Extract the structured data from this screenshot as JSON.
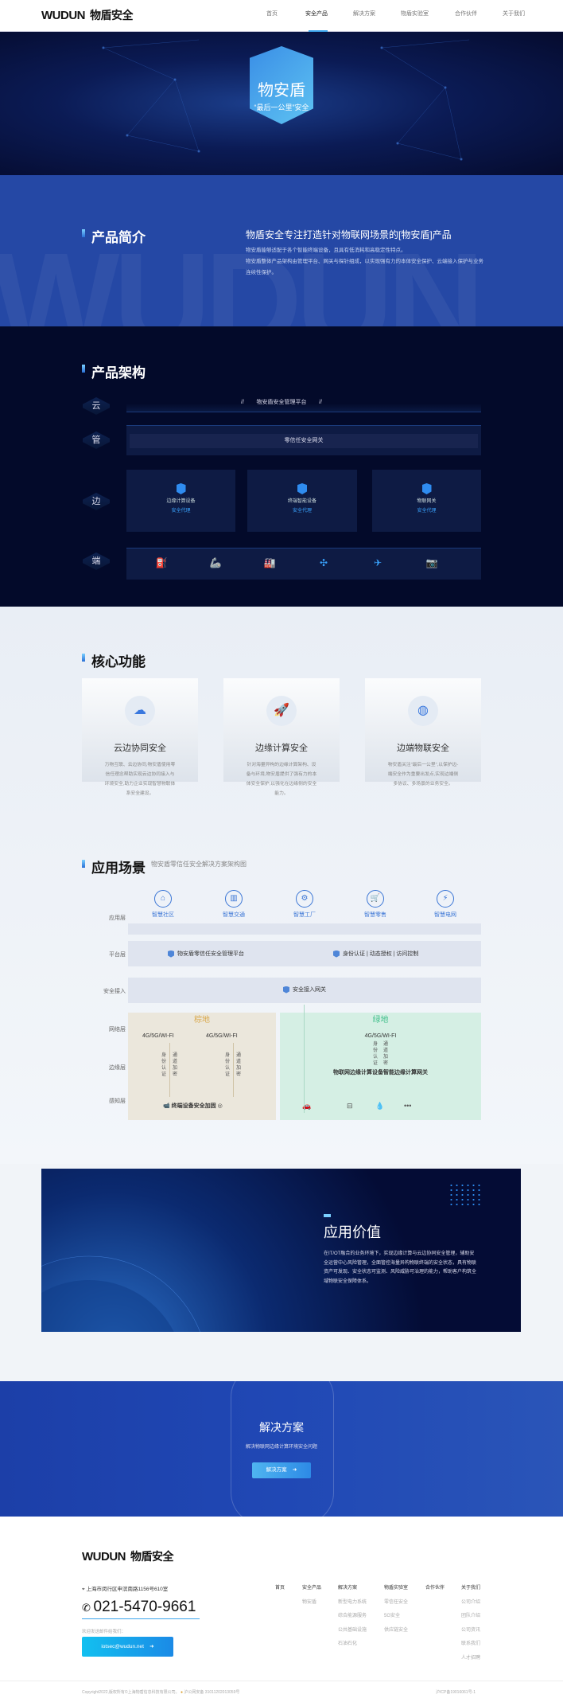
{
  "nav": {
    "logo_brand": "WUDUN",
    "logo_cn": "物盾安全",
    "items": [
      "首页",
      "安全产品",
      "解决方案",
      "物盾实验室",
      "合作伙伴",
      "关于我们"
    ],
    "active": 1
  },
  "hero": {
    "title": "物安盾",
    "subtitle": "“最后一公里”安全"
  },
  "intro": {
    "section_title": "产品简介",
    "headline": "物盾安全专注打造针对物联网场景的[物安盾]产品",
    "paragraphs": [
      "物安盾能够适配于各个智能终端设备，且具有低消耗和高稳定性特点。",
      "物安盾整体产品架构由管理平台、网关与探针组成，以实现强有力的本体安全保护、云端接入保护与业务连续性保护。"
    ]
  },
  "architecture": {
    "section_title": "产品架构",
    "layers": [
      "云",
      "管",
      "边",
      "端"
    ],
    "cloud_label": "物安盾安全管理平台",
    "cloud_slashes": "//",
    "gateway_label": "零信任安全网关",
    "edge_boxes": [
      {
        "name": "边缘计算设备",
        "agent": "安全代理"
      },
      {
        "name": "终端智能设备",
        "agent": "安全代理"
      },
      {
        "name": "物联网关",
        "agent": "安全代理"
      }
    ],
    "terminal_icons": [
      "oil-pump-icon",
      "robot-arm-icon",
      "factory-icon",
      "wind-turbine-icon",
      "drone-icon",
      "camera-icon"
    ]
  },
  "core": {
    "section_title": "核心功能",
    "cards": [
      {
        "icon": "cloud-network-icon",
        "title": "云边协同安全",
        "desc": "万物互联、云边协同,物安盾使用零信任理念帮助实现云边协同接入与环境安全,助力企业实现智慧物联体系安全建设。"
      },
      {
        "icon": "rocket-icon",
        "title": "边缘计算安全",
        "desc": "针对海量异构的边缘计算架构、设备与环境,物安盾提供了强有力的本体安全保护,以强化在边缘侧的安全能力。"
      },
      {
        "icon": "globe-icon",
        "title": "边端物联安全",
        "desc": "物安盾关注“最后一公里”,以保护边-端安全作为重要出发点,实现边端侧多协议、多场景的业务安全。"
      }
    ]
  },
  "scenarios": {
    "section_title": "应用场景",
    "subtitle": "物安盾零信任安全解决方案架构图",
    "layer_labels": [
      "应用层",
      "平台层",
      "安全接入",
      "网络层",
      "边缘层",
      "感知层"
    ],
    "apps": [
      "智慧社区",
      "智慧交通",
      "智慧工厂",
      "智慧零售",
      "智慧电网"
    ],
    "platform_items": [
      "物安盾零信任安全管理平台",
      "身份认证 | 动态授权 | 访问控制"
    ],
    "access_gateway": "安全接入网关",
    "brownfield": {
      "title": "棕地",
      "network": [
        "4G/5G/WI-FI",
        "4G/5G/WI-FI"
      ],
      "vertical_left": "身份认证",
      "vertical_right": "通道加密",
      "terminal": "终端设备安全加固"
    },
    "greenfield": {
      "title": "绿地",
      "network": "4G/5G/WI-FI",
      "vertical_left": "身份认证",
      "vertical_right": "通道加密",
      "gateway": "物联网边缘计算设备智能边缘计算网关",
      "more": "•••"
    },
    "colors": {
      "brown_title": "#d9a84a",
      "green_title": "#3fbf8a"
    }
  },
  "value": {
    "title": "应用价值",
    "text": "在IT/OT融合的业务环境下，实现边缘计算与云边协同安全管理，辅助安全运营中心风险管理，全面管控海量异构物联终端的安全状态，具有物联资产可发现、安全状态可监测、风险威胁可治理的能力，帮助客户构筑全域物联安全保障体系。"
  },
  "solution": {
    "title": "解决方案",
    "subtitle": "解决物联网边缘计算环境安全问题",
    "button": "解决方案",
    "arrow": "➜"
  },
  "footer": {
    "address": "上海市闵行区申滨南路1156号610室",
    "phone": "021-5470-9661",
    "email_prompt": "欢迎发送邮件给我们：",
    "email": "iotsec@wudun.net",
    "columns": [
      {
        "title": "首页",
        "links": []
      },
      {
        "title": "安全产品",
        "links": [
          "物安盾"
        ]
      },
      {
        "title": "解决方案",
        "links": [
          "新型电力系统",
          "综合能源服务",
          "公共基础设施",
          "石油石化"
        ]
      },
      {
        "title": "物盾实验室",
        "links": [
          "零信任安全",
          "5G安全",
          "供应链安全"
        ]
      },
      {
        "title": "合作伙伴",
        "links": []
      },
      {
        "title": "关于我们",
        "links": [
          "公司介绍",
          "团队介绍",
          "公司资讯",
          "联系我们",
          "人才招聘"
        ]
      }
    ],
    "copyright": "Copyright2022,版权所有©上海物盾信息科技有限公司。",
    "police": "沪公网安备 31011202013059号",
    "icp": "沪ICP备19016061号-1"
  },
  "colors": {
    "accent": "#3da4ec",
    "intro_bg": "#2548a5",
    "arch_bg": "#030a2a"
  }
}
